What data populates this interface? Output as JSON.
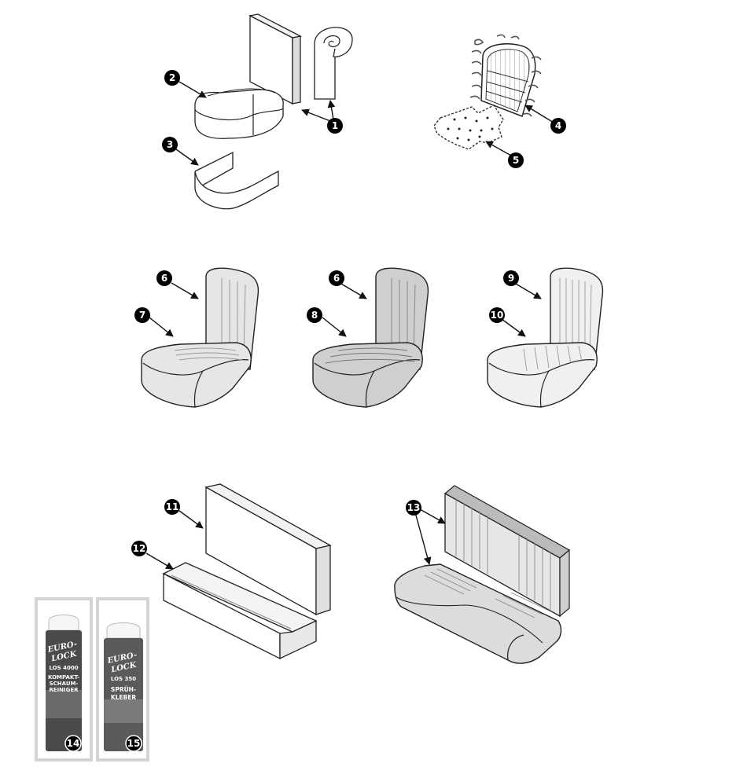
{
  "callouts": {
    "c1": "1",
    "c2": "2",
    "c3": "3",
    "c4": "4",
    "c5": "5",
    "c6a": "6",
    "c6b": "6",
    "c7": "7",
    "c8": "8",
    "c9": "9",
    "c10": "10",
    "c11": "11",
    "c12": "12",
    "c13": "13",
    "c14": "14",
    "c15": "15"
  },
  "can14": {
    "brand1": "EURO-",
    "brand2": "LOCK",
    "code": "LOS 4000",
    "line1": "KOMPAKT-",
    "line2": "SCHAUM-",
    "line3": "REINIGER"
  },
  "can15": {
    "brand1": "EURO-",
    "brand2": "LOCK",
    "code": "LOS 350",
    "line1": "SPRÜH-",
    "line2": "KLEBER"
  },
  "colors": {
    "outline": "#222222",
    "seat_light": "#e6e6e6",
    "seat_mid": "#cfcfcf",
    "callout_fill": "#000000",
    "frame": "#d4d4d4",
    "can_body": "#4a4a4a"
  }
}
